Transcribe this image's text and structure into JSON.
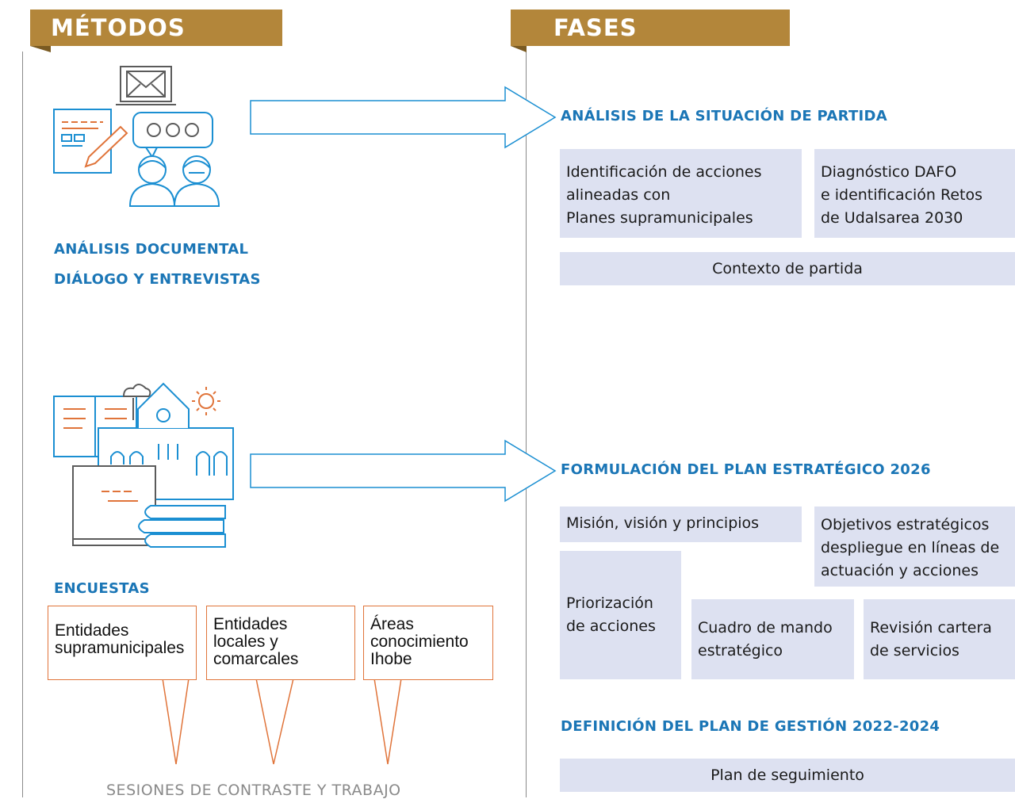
{
  "methods": {
    "header": "MÉTODOS",
    "section1_lines": [
      "ANÁLISIS DOCUMENTAL",
      "DIÁLOGO Y ENTREVISTAS"
    ],
    "section2_title": "ENCUESTAS",
    "surveys": [
      {
        "lines": [
          "Entidades",
          "supramunicipales"
        ]
      },
      {
        "lines": [
          "Entidades",
          "locales y",
          "comarcales"
        ]
      },
      {
        "lines": [
          "Áreas",
          "conocimiento",
          "Ihobe"
        ]
      }
    ],
    "bottom_text": "SESIONES DE CONTRASTE Y TRABAJO"
  },
  "phases": {
    "header": "FASES",
    "phase1": {
      "title": "ANÁLISIS DE LA SITUACIÓN DE PARTIDA",
      "box_a": [
        "Identificación de acciones",
        "alineadas con",
        "Planes supramunicipales"
      ],
      "box_b": [
        "Diagnóstico DAFO",
        "e identificación Retos",
        "de Udalsarea 2030"
      ],
      "box_c": "Contexto de partida"
    },
    "phase2": {
      "title": "FORMULACIÓN DEL PLAN ESTRATÉGICO 2026",
      "box_mision": "Misión, visión y principios",
      "box_objetivos": [
        "Objetivos estratégicos",
        "despliegue en líneas de",
        "actuación y acciones"
      ],
      "box_priorizacion": [
        "Priorización",
        "de acciones"
      ],
      "box_cuadro": [
        "Cuadro de mando",
        "estratégico"
      ],
      "box_revision": [
        "Revisión cartera",
        "de servicios"
      ]
    },
    "phase3": {
      "title": "DEFINICIÓN DEL PLAN DE GESTIÓN 2022-2024",
      "box_seguimiento": "Plan de seguimiento"
    }
  },
  "colors": {
    "header_gold": "#b3863a",
    "heading_blue": "#1b76b6",
    "box_fill": "#dde1f1",
    "survey_orange": "#e0743a",
    "icon_gray": "#5b5b5b"
  }
}
